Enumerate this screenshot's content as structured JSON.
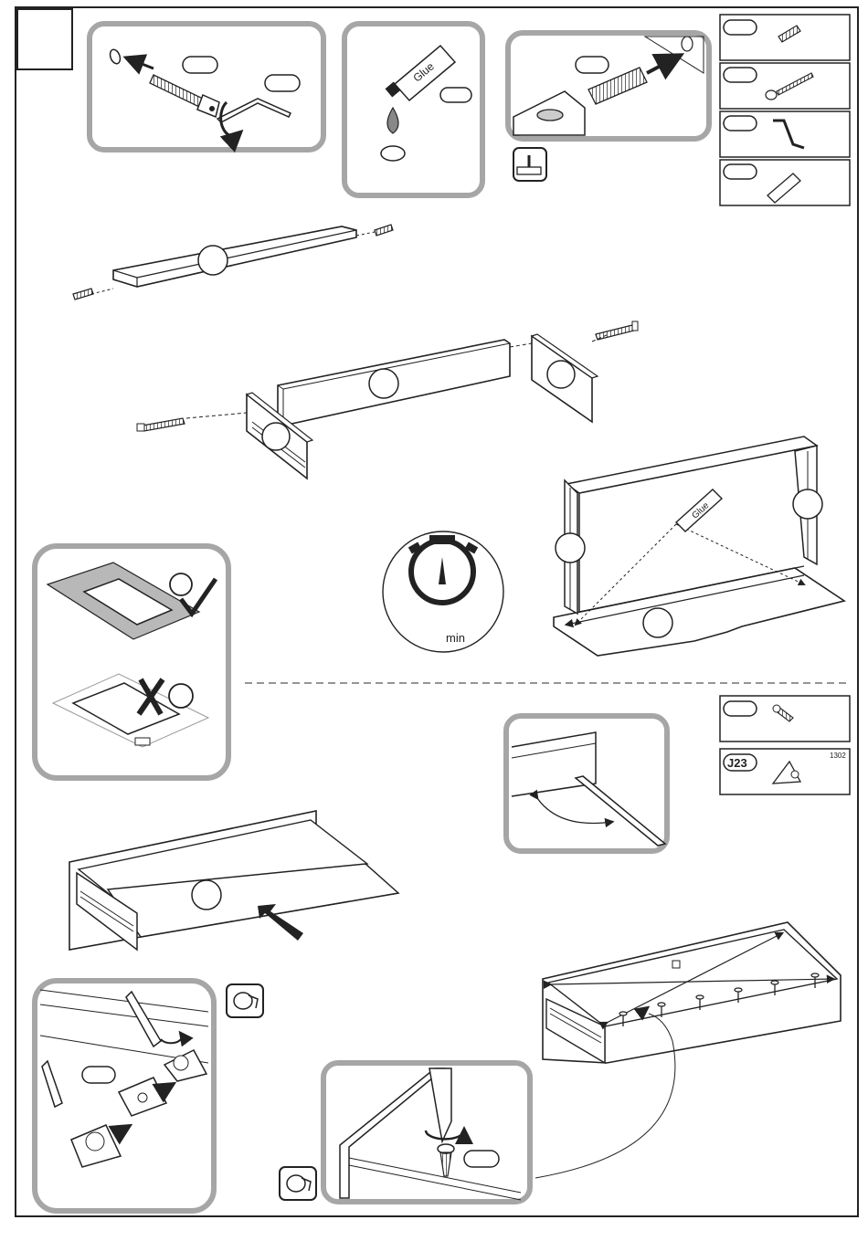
{
  "glue_tube_label": "Glue",
  "timer_unit": "min",
  "part_code_j23": "J23",
  "sheet_number": "1302",
  "colors": {
    "stroke": "#222222",
    "panel_border": "#a6a6a6",
    "fill_light": "#ffffff",
    "rug": "#b8b8b8"
  },
  "hardware_legend": [
    {
      "icon": "wooden-dowel-icon",
      "qty": ""
    },
    {
      "icon": "cam-bolt-icon",
      "qty": ""
    },
    {
      "icon": "allen-key-icon",
      "qty": ""
    },
    {
      "icon": "glue-tube-icon",
      "qty": ""
    }
  ],
  "hardware_legend_2": [
    {
      "icon": "wood-screw-icon",
      "qty": ""
    },
    {
      "icon": "corner-bracket-icon",
      "qty": "J23"
    }
  ]
}
